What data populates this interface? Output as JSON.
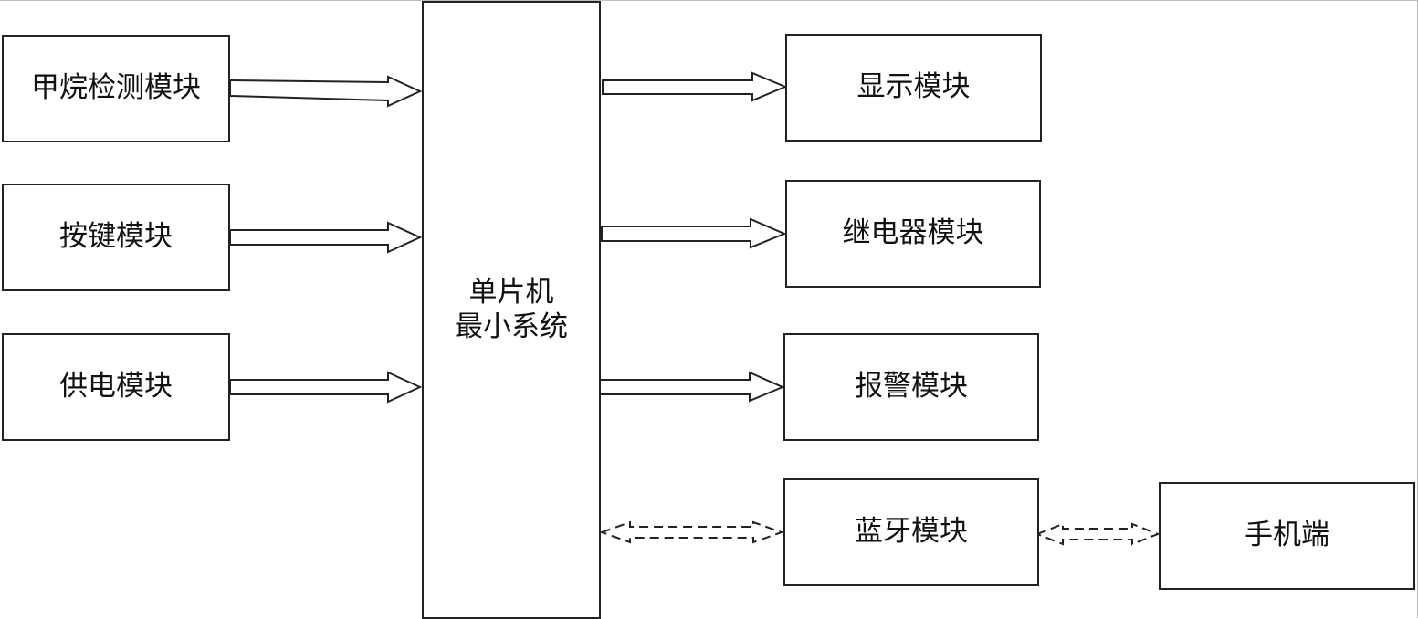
{
  "diagram": {
    "inputs": [
      {
        "label": "甲烷检测模块"
      },
      {
        "label": "按键模块"
      },
      {
        "label": "供电模块"
      }
    ],
    "center": {
      "line1": "单片机",
      "line2": "最小系统"
    },
    "outputs": [
      {
        "label": "显示模块"
      },
      {
        "label": "继电器模块"
      },
      {
        "label": "报警模块"
      },
      {
        "label": "蓝牙模块"
      }
    ],
    "external": {
      "label": "手机端"
    },
    "colors": {
      "stroke": "#222222",
      "background": "#ffffff"
    }
  }
}
